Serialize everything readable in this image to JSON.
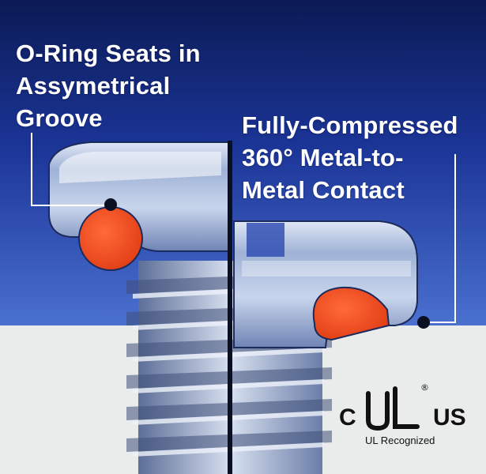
{
  "callouts": {
    "left": {
      "lines": [
        "O-Ring Seats in",
        "Assymetrical",
        "Groove"
      ]
    },
    "right": {
      "lines": [
        "Fully-Compressed",
        "360° Metal-to-",
        "Metal Contact"
      ]
    }
  },
  "ul_mark": {
    "c": "C",
    "us": "US",
    "registered": "®",
    "caption": "UL Recognized"
  },
  "colors": {
    "background_top": "#0b1a55",
    "background_mid": "#3f63c8",
    "ground": "#e9ecea",
    "oring": "#f04e23",
    "text": "#ffffff"
  }
}
